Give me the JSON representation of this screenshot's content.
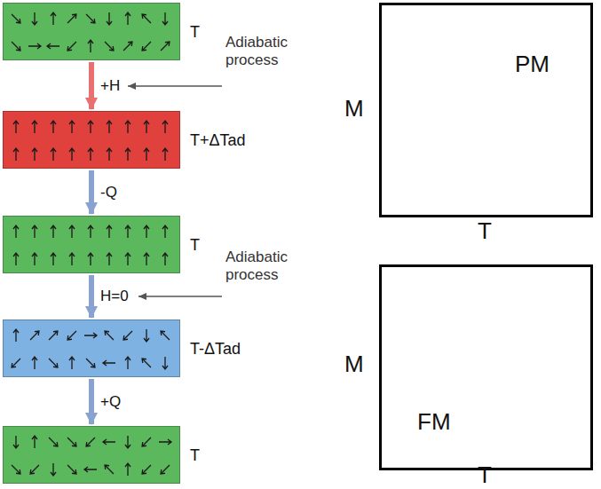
{
  "diagram": {
    "nodes": [
      {
        "text": [
          "T"
        ]
      },
      {
        "text": [
          "T+ΔTad"
        ]
      },
      {
        "text": [
          "T"
        ]
      },
      {
        "text": [
          "T-ΔTad"
        ]
      },
      {
        "text": [
          "T"
        ]
      },
      {
        "text": [
          "PM"
        ]
      },
      {
        "text": [
          "FM"
        ]
      }
    ],
    "edges": [
      {
        "from": 0,
        "to": 1,
        "arrow": "to",
        "label": "+H"
      },
      {
        "from": 1,
        "to": 2,
        "arrow": "to",
        "label": "-Q"
      },
      {
        "from": 2,
        "to": 3,
        "arrow": "to",
        "label": "H=0"
      },
      {
        "from": 3,
        "to": 4,
        "arrow": "to",
        "label": "+Q"
      }
    ],
    "labels": [
      "Adiabatic process",
      "Adiabatic process",
      "M",
      "T",
      "M",
      "T"
    ]
  }
}
